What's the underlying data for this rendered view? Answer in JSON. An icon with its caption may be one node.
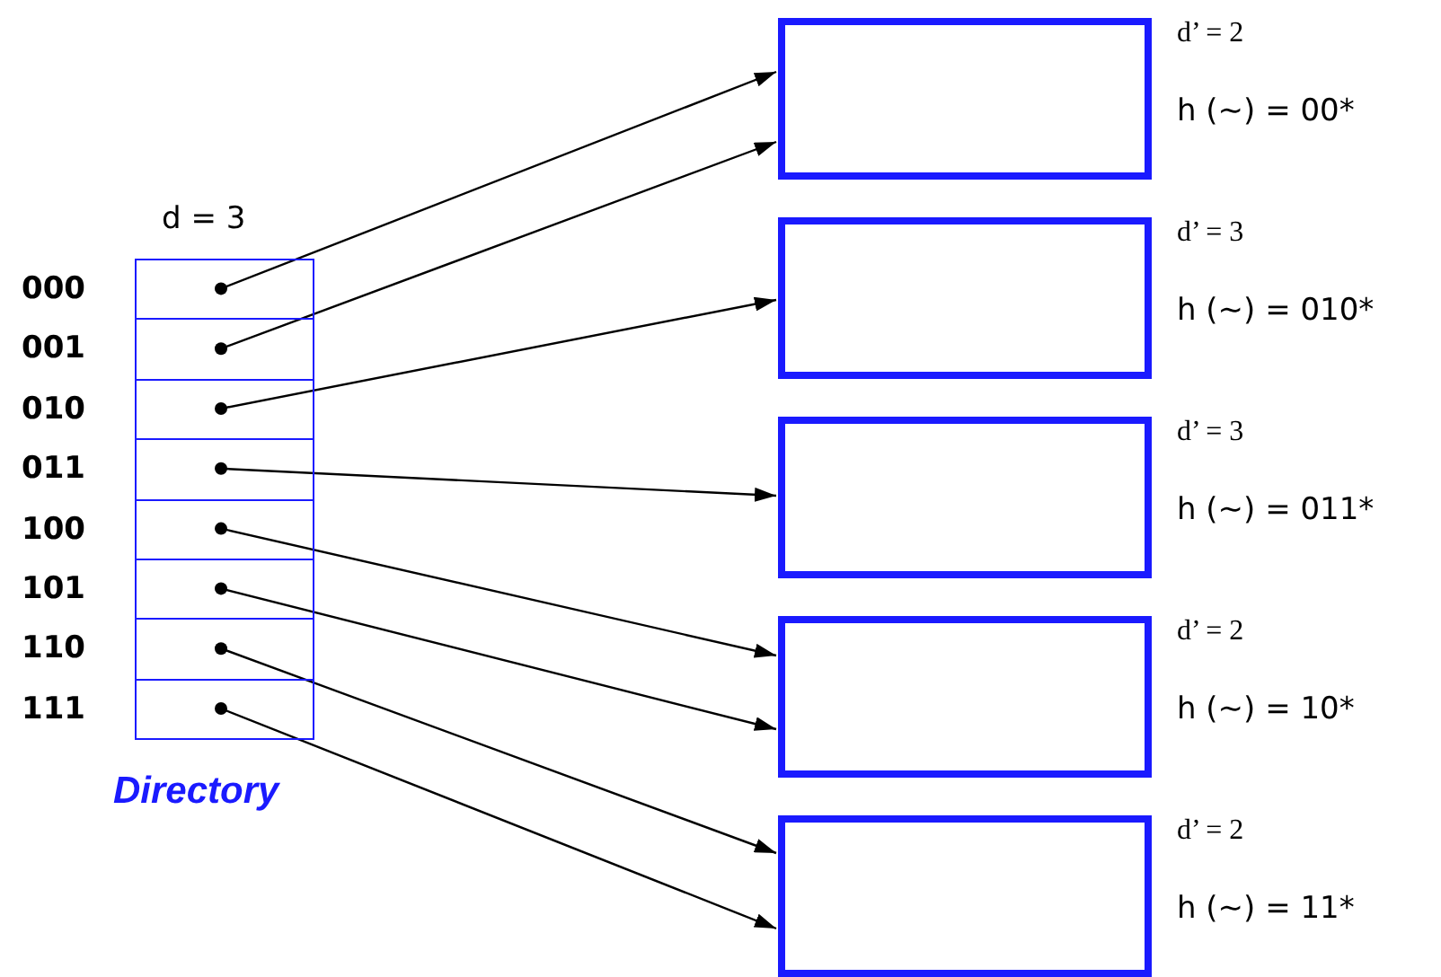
{
  "diagram": {
    "nodes": [
      {
        "text": [
          "Directory"
        ],
        "beside": [
          "d = 3"
        ]
      },
      {
        "text": [],
        "shape": "box",
        "in": 0,
        "beside": [
          "000"
        ]
      },
      {
        "text": [],
        "shape": "box",
        "in": 0,
        "beside": [
          "001"
        ]
      },
      {
        "text": [],
        "shape": "box",
        "in": 0,
        "beside": [
          "010"
        ]
      },
      {
        "text": [],
        "shape": "box",
        "in": 0,
        "beside": [
          "011"
        ]
      },
      {
        "text": [],
        "shape": "box",
        "in": 0,
        "beside": [
          "100"
        ]
      },
      {
        "text": [],
        "shape": "box",
        "in": 0,
        "beside": [
          "101"
        ]
      },
      {
        "text": [],
        "shape": "box",
        "in": 0,
        "beside": [
          "110"
        ]
      },
      {
        "text": [],
        "shape": "box",
        "in": 0,
        "beside": [
          "111"
        ]
      },
      {
        "text": [],
        "shape": "box",
        "beside": [
          "d’ = 2",
          "h (~) = 00*"
        ]
      },
      {
        "text": [],
        "shape": "box",
        "beside": [
          "d’ = 3",
          "h (~) = 010*"
        ]
      },
      {
        "text": [],
        "shape": "box",
        "beside": [
          "d’ = 3",
          "h (~) = 011*"
        ]
      },
      {
        "text": [],
        "shape": "box",
        "beside": [
          "d’ = 2",
          "h (~) = 10*"
        ]
      },
      {
        "text": [],
        "shape": "box",
        "beside": [
          "d’ = 2",
          "h (~) = 11*"
        ]
      }
    ],
    "edges": [
      {
        "from": 1,
        "to": 9,
        "arrow": "to"
      },
      {
        "from": 2,
        "to": 9,
        "arrow": "to"
      },
      {
        "from": 3,
        "to": 10,
        "arrow": "to"
      },
      {
        "from": 4,
        "to": 11,
        "arrow": "to"
      },
      {
        "from": 5,
        "to": 12,
        "arrow": "to"
      },
      {
        "from": 6,
        "to": 12,
        "arrow": "to"
      },
      {
        "from": 7,
        "to": 13,
        "arrow": "to"
      },
      {
        "from": 8,
        "to": 13,
        "arrow": "to"
      }
    ]
  }
}
